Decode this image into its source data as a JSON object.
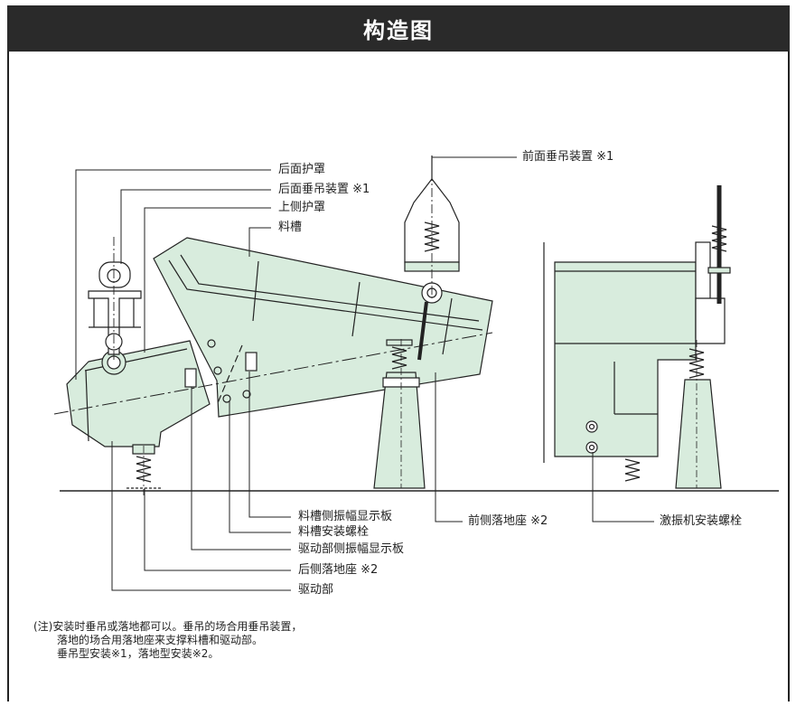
{
  "title": "构造图",
  "colors": {
    "fill": "#d8ecdd",
    "stroke": "#222222",
    "titlebar": "#2a2a2a"
  },
  "labels": {
    "rear_cover": "后面护罩",
    "rear_hanger": "后面垂吊装置 ※1",
    "upper_cover": "上侧护罩",
    "trough": "料槽",
    "front_hanger": "前面垂吊装置 ※1",
    "trough_amplitude_plate": "料槽侧振幅显示板",
    "trough_bolt": "料槽安装螺栓",
    "drive_amplitude_plate": "驱动部侧振幅显示板",
    "rear_floor_mount": "后侧落地座 ※2",
    "drive_unit": "驱动部",
    "front_floor_mount": "前侧落地座 ※2",
    "exciter_bolt": "激振机安装螺栓"
  },
  "note": {
    "line1": "(注)安装时垂吊或落地都可以。垂吊的场合用垂吊装置，",
    "line2": "落地的场合用落地座来支撑料槽和驱动部。",
    "line3": "垂吊型安装※1，落地型安装※2。"
  }
}
